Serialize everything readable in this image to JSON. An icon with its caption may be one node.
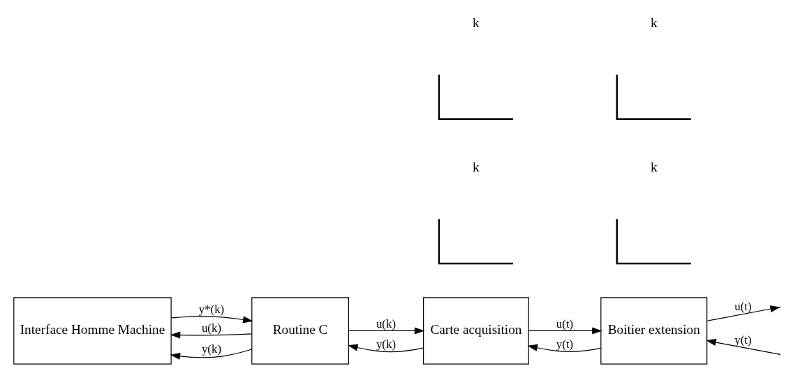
{
  "diagram": {
    "nodes": [
      {
        "text": [
          "Interface Homme Machine"
        ]
      },
      {
        "text": [
          "Routine C"
        ]
      },
      {
        "text": [
          "Carte acquisition"
        ]
      },
      {
        "text": [
          "Boitier extension"
        ]
      },
      {
        "text": [],
        "shape": "picture",
        "beside": [
          "k"
        ]
      },
      {
        "text": [],
        "shape": "picture",
        "beside": [
          "k"
        ]
      },
      {
        "text": [],
        "shape": "picture",
        "beside": [
          "k"
        ]
      },
      {
        "text": [],
        "shape": "picture",
        "beside": [
          "k"
        ]
      }
    ],
    "edges": [
      {
        "from": 0,
        "to": 1,
        "arrow": "to",
        "label": "y*(k)"
      },
      {
        "from": 1,
        "to": 0,
        "arrow": "to",
        "label": "u(k)"
      },
      {
        "from": 1,
        "to": 0,
        "arrow": "to",
        "label": "y(k)"
      },
      {
        "from": 1,
        "to": 2,
        "arrow": "to",
        "label": "u(k)"
      },
      {
        "from": 2,
        "to": 1,
        "arrow": "to",
        "label": "y(k)"
      },
      {
        "from": 2,
        "to": 3,
        "arrow": "to",
        "label": "u(t)"
      },
      {
        "from": 3,
        "to": 2,
        "arrow": "to",
        "label": "y(t)"
      },
      {
        "from": 3,
        "to": null,
        "arrow": "to",
        "label": "u(t)"
      },
      {
        "from": null,
        "to": 3,
        "arrow": "to",
        "label": "y(t)"
      }
    ]
  }
}
